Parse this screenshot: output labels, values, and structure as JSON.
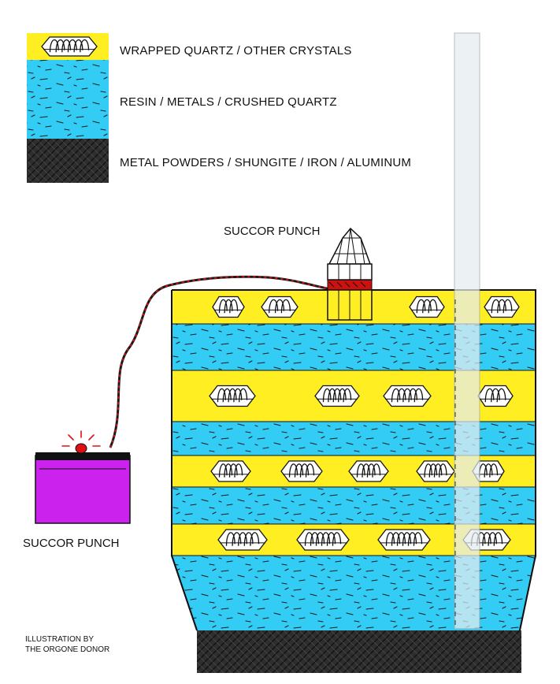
{
  "legend": {
    "items": [
      {
        "id": "crystals",
        "label": "WRAPPED QUARTZ / OTHER CRYSTALS",
        "color": "#ffee22"
      },
      {
        "id": "resin",
        "label": "RESIN / METALS / CRUSHED QUARTZ",
        "color": "#33ccf5"
      },
      {
        "id": "base",
        "label": "METAL POWDERS / SHUNGITE / IRON / ALUMINUM",
        "color": "#2e2e2e"
      }
    ]
  },
  "labels": {
    "top_device": "SUCCOR PUNCH",
    "side_device": "SUCCOR PUNCH"
  },
  "credit": {
    "line1": "ILLUSTRATION BY",
    "line2": "THE ORGONE DONOR"
  },
  "colors": {
    "yellow": "#ffee22",
    "blue": "#33ccf5",
    "dark": "#2e2e2e",
    "magenta": "#cc22ee",
    "wire_red": "#cc1111",
    "pipe": "#e6ecf0"
  },
  "icons": [
    "wrapped-crystal-icon",
    "quartz-point-icon",
    "pipe-icon",
    "wire-icon",
    "led-icon"
  ]
}
